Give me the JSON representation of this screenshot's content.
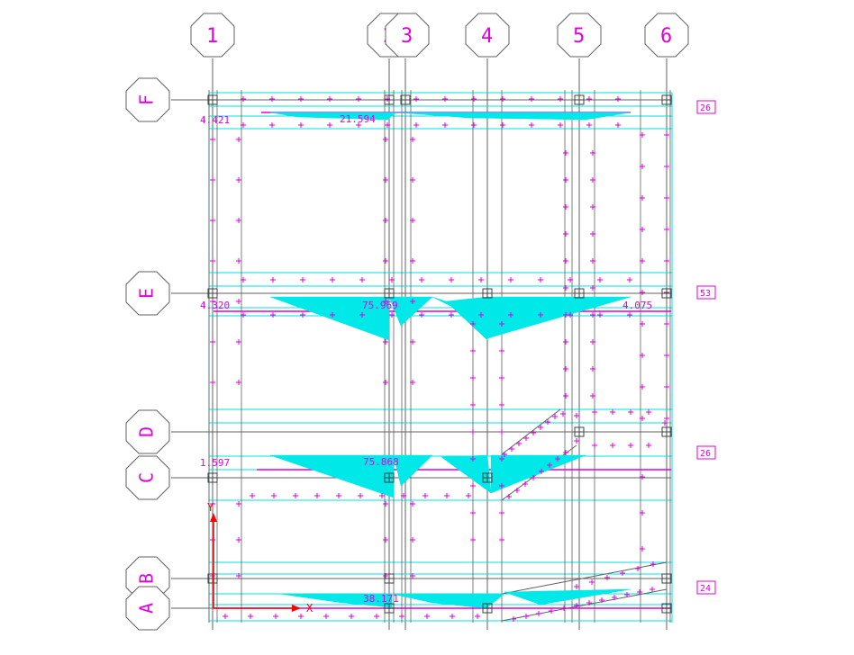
{
  "colors": {
    "background": "#ffffff",
    "grid": "#606060",
    "beam": "#00e0e0",
    "load": "#00e8e8",
    "moment_line": "#e000e0",
    "label": "#e000e0",
    "marker": "#e000e0",
    "axis": "#ff0000",
    "node": "#404040"
  },
  "column_labels": [
    "1",
    "2",
    "3",
    "4",
    "5",
    "6"
  ],
  "row_labels": [
    "F",
    "E",
    "D",
    "C",
    "B",
    "A"
  ],
  "values": {
    "row_F_left": "4.421",
    "row_F_peak": "21.594",
    "row_E_left": "4.320",
    "row_E_peak": "75.969",
    "row_E_right": "4.075",
    "row_C_left": "1.597",
    "row_C_peak": "75.868",
    "row_A_peak": "38.171"
  },
  "side_labels": [
    "26",
    "53",
    "26",
    "24"
  ],
  "axes": {
    "y": "Y",
    "x": "X"
  }
}
